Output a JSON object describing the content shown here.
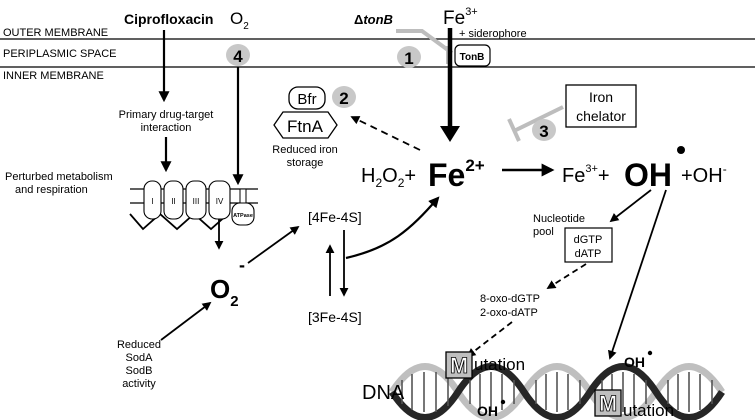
{
  "regions": {
    "outer_membrane": "OUTER MEMBRANE",
    "periplasmic_space": "PERIPLASMIC SPACE",
    "inner_membrane": "INNER MEMBRANE"
  },
  "labels": {
    "ciprofloxacin": "Ciprofloxacin",
    "o2_main": "O",
    "o2_sub": "2",
    "delta": "Δ",
    "tonb_mutant": "tonB",
    "fe3_top": "Fe",
    "fe3_top_sup": "3+",
    "siderophore": "+ siderophore",
    "tonb_protein": "TonB",
    "primary_interaction_1": "Primary drug-target",
    "primary_interaction_2": "interaction",
    "perturbed_1": "Perturbed metabolism",
    "perturbed_2": "and respiration",
    "complex_I": "I",
    "complex_II": "II",
    "complex_III": "III",
    "complex_IV": "IV",
    "atpase": "ATPase",
    "bfr": "Bfr",
    "ftna": "FtnA",
    "reduced_iron_1": "Reduced iron",
    "reduced_iron_2": "storage",
    "iron_chelator_1": "Iron",
    "iron_chelator_2": "chelator",
    "h2o2_h": "H",
    "h2o2_2": "2",
    "h2o2_o": "O",
    "h2o2_2b": "2",
    "plus": "+",
    "fe2": "Fe",
    "fe2_sup": "2+",
    "fe3_right": "Fe",
    "fe3_right_sup": "3+",
    "plus2": "+",
    "oh_radical": "OH",
    "oh_minus": "+OH",
    "oh_minus_sup": "-",
    "fe4s": "[4Fe-4S]",
    "fe3s": "[3Fe-4S]",
    "superoxide_o": "O",
    "superoxide_sub": "2",
    "superoxide_sup": "-",
    "sod_1": "Reduced",
    "sod_2": "SodA",
    "sod_3": "SodB",
    "sod_4": "activity",
    "nucleotide_1": "Nucleotide",
    "nucleotide_2": "pool",
    "dgtp": "dGTP",
    "datp": "dATP",
    "oxo_dgtp": "8-oxo-dGTP",
    "oxo_datp": "2-oxo-dATP",
    "mutation_m1": "M",
    "mutation_rest1": "utation",
    "mutation_m2": "M",
    "mutation_rest2": "utation",
    "dna": "DNA",
    "oh_dot_1": "OH",
    "oh_dot_2": "OH"
  },
  "steps": [
    "1",
    "2",
    "3",
    "4"
  ],
  "colors": {
    "badge_fill": "#c8c8c8",
    "inhibitor": "#bdbdbd",
    "ink": "#000000",
    "dna_light": "#bfbfbf",
    "dna_dark": "#262626"
  }
}
